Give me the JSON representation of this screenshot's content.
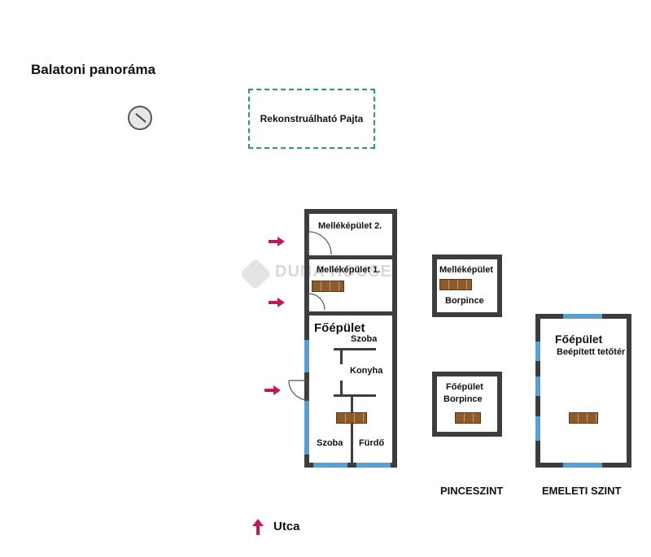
{
  "title": "Balatoni panoráma",
  "barn_label": "Rekonstruálható Pajta",
  "watermark": "DUNA HOUSE",
  "main_plan": {
    "annex2": "Melléképület 2.",
    "annex1": "Melléképület 1.",
    "main_building": "Főépület",
    "room_szoba_top": "Szoba",
    "room_konyha": "Konyha",
    "room_szoba_bottom": "Szoba",
    "room_furdo": "Fürdő"
  },
  "basement": {
    "annex_cellar_line1": "Melléképület",
    "annex_cellar_line2": "Borpince",
    "main_cellar_line1": "Főépület",
    "main_cellar_line2": "Borpince",
    "level_label": "PINCESZINT"
  },
  "upper": {
    "line1": "Főépület",
    "line2": "Beépített tetőtér",
    "level_label": "EMELETI SZINT"
  },
  "street_label": "Utca",
  "colors": {
    "wall": "#3d3d3d",
    "window": "#5b9fcf",
    "stairs": "#8c5a2b",
    "entry_arrow": "#c2185b",
    "barn_outline": "#2a9a78"
  }
}
